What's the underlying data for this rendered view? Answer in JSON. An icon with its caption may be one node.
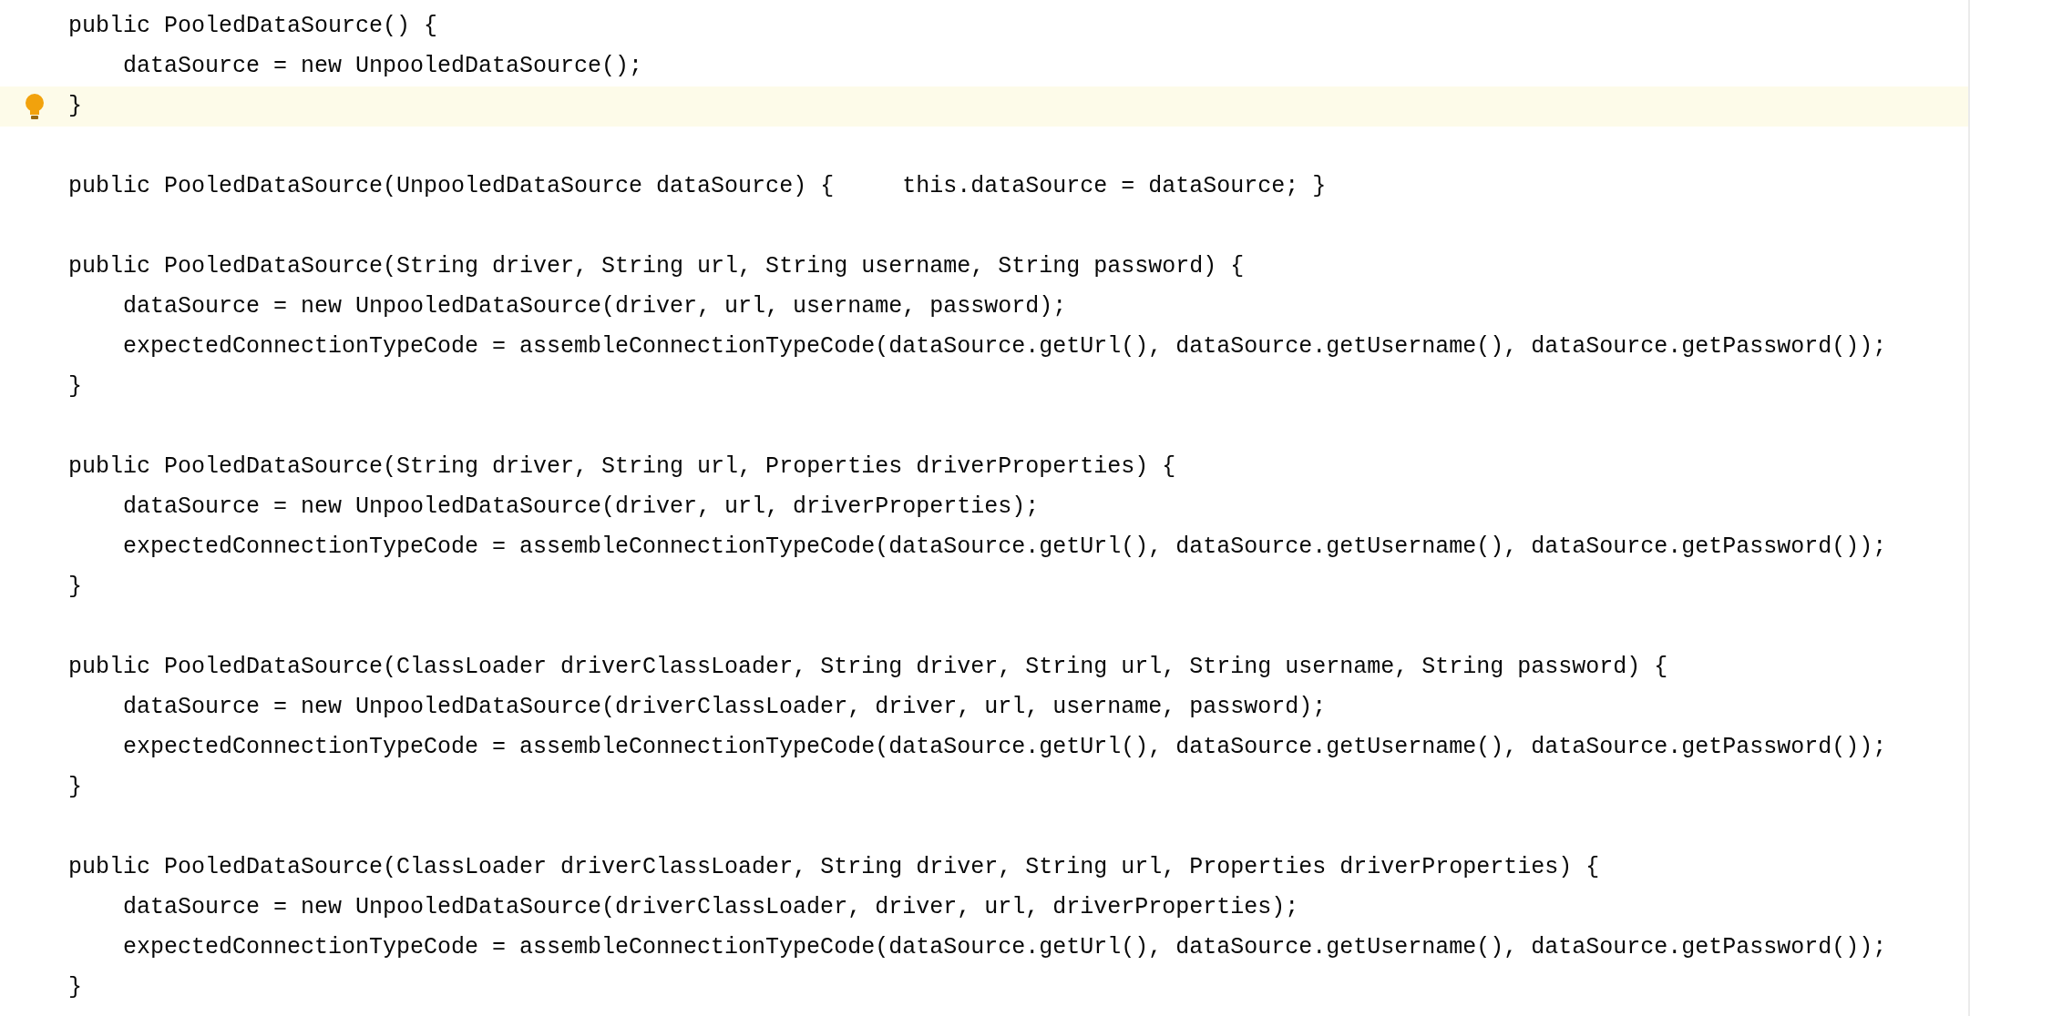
{
  "diagram": {
    "labels": [
      "public PooledDataSource() {",
      "dataSource = new UnpooledDataSource();",
      "}",
      "public PooledDataSource(UnpooledDataSource dataSource) {     this.dataSource = dataSource; }",
      "public PooledDataSource(String driver, String url, String username, String password) {",
      "dataSource = new UnpooledDataSource(driver, url, username, password);",
      "expectedConnectionTypeCode = assembleConnectionTypeCode(dataSource.getUrl(), dataSource.getUsername(), dataSource.getPassword());",
      "}",
      "public PooledDataSource(String driver, String url, Properties driverProperties) {",
      "dataSource = new UnpooledDataSource(driver, url, driverProperties);",
      "expectedConnectionTypeCode = assembleConnectionTypeCode(dataSource.getUrl(), dataSource.getUsername(), dataSource.getPassword());",
      "}",
      "public PooledDataSource(ClassLoader driverClassLoader, String driver, String url, String username, String password) {",
      "dataSource = new UnpooledDataSource(driverClassLoader, driver, url, username, password);",
      "expectedConnectionTypeCode = assembleConnectionTypeCode(dataSource.getUrl(), dataSource.getUsername(), dataSource.getPassword());",
      "}",
      "public PooledDataSource(ClassLoader driverClassLoader, String driver, String url, Properties driverProperties) {",
      "dataSource = new UnpooledDataSource(driverClassLoader, driver, url, driverProperties);",
      "expectedConnectionTypeCode = assembleConnectionTypeCode(dataSource.getUrl(), dataSource.getUsername(), dataSource.getPassword());",
      "}"
    ]
  }
}
